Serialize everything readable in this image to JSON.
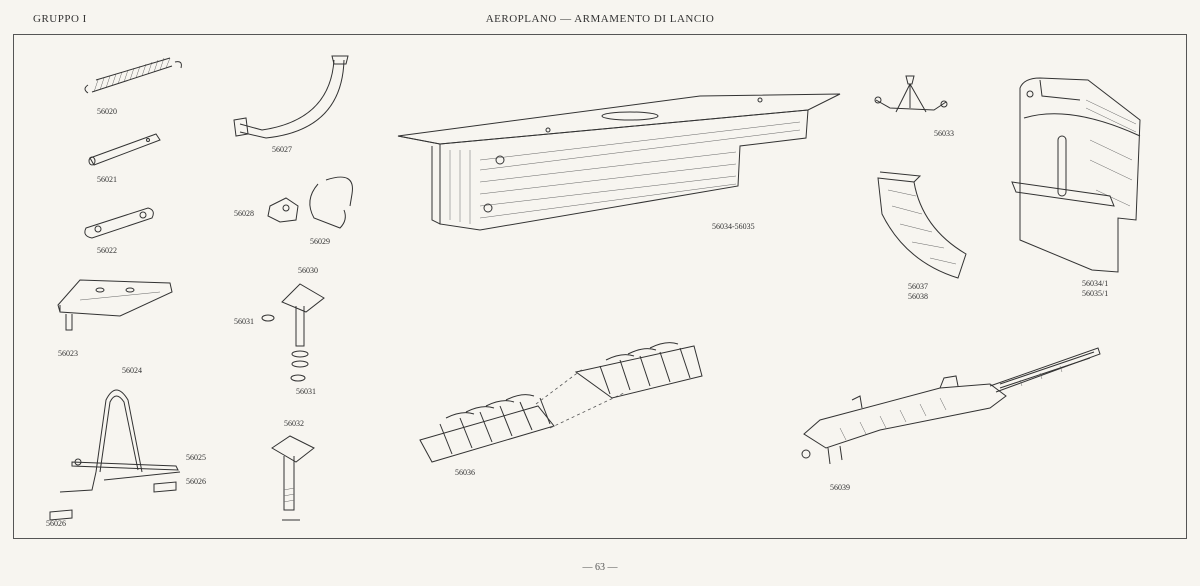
{
  "header": {
    "group": "GRUPPO I",
    "title": "AEROPLANO — ARMAMENTO DI LANCIO"
  },
  "parts": {
    "p56020": "56020",
    "p56021": "56021",
    "p56022": "56022",
    "p56023": "56023",
    "p56024": "56024",
    "p56025": "56025",
    "p56026a": "56026",
    "p56026b": "56026",
    "p56027": "56027",
    "p56028": "56028",
    "p56029": "56029",
    "p56030": "56030",
    "p56031a": "56031",
    "p56031b": "56031",
    "p56032": "56032",
    "p56034_35": "56034-56035",
    "p56033": "56033",
    "p56037": "56037",
    "p56038": "56038",
    "p56034_1": "56034/1",
    "p56035_1": "56035/1",
    "p56036": "56036",
    "p56039": "56039"
  },
  "footer": {
    "page": "— 63 —"
  }
}
